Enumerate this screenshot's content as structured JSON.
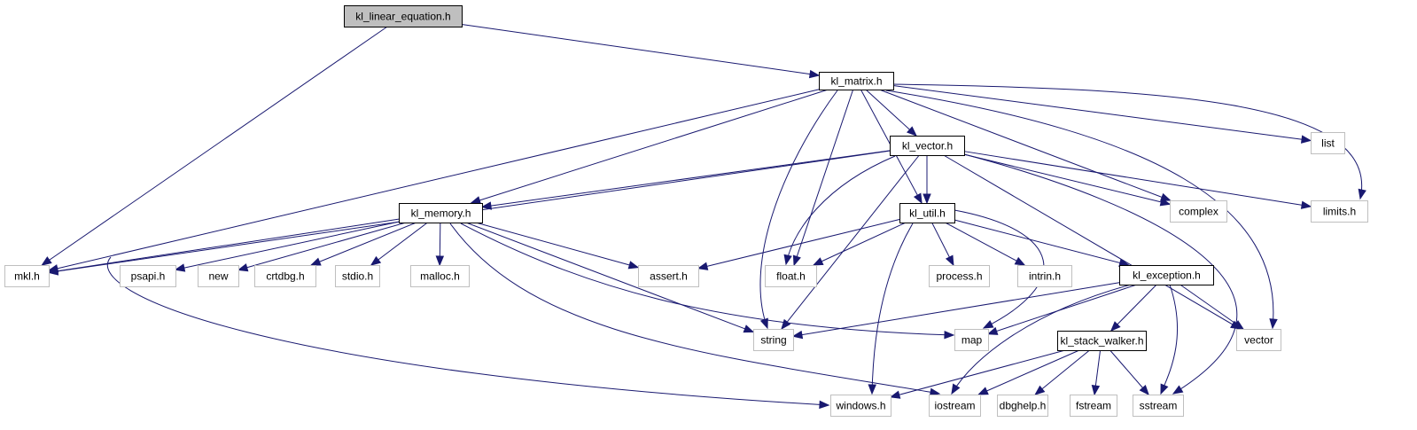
{
  "graph": {
    "title": "kl_linear_equation.h include dependency graph",
    "colors": {
      "edge": "#191970",
      "root_fill": "#bfbfbf",
      "documented_border": "#000000",
      "external_border": "#bfbfbf",
      "node_fill": "#ffffff"
    },
    "nodes": [
      {
        "id": "kl_linear_equation",
        "label": "kl_linear_equation.h",
        "kind": "root"
      },
      {
        "id": "kl_matrix",
        "label": "kl_matrix.h",
        "kind": "documented"
      },
      {
        "id": "kl_vector",
        "label": "kl_vector.h",
        "kind": "documented"
      },
      {
        "id": "kl_memory",
        "label": "kl_memory.h",
        "kind": "documented"
      },
      {
        "id": "kl_util",
        "label": "kl_util.h",
        "kind": "documented"
      },
      {
        "id": "kl_exception",
        "label": "kl_exception.h",
        "kind": "documented"
      },
      {
        "id": "kl_stack_walker",
        "label": "kl_stack_walker.h",
        "kind": "documented"
      },
      {
        "id": "list",
        "label": "list",
        "kind": "external"
      },
      {
        "id": "complex",
        "label": "complex",
        "kind": "external"
      },
      {
        "id": "limits",
        "label": "limits.h",
        "kind": "external"
      },
      {
        "id": "mkl",
        "label": "mkl.h",
        "kind": "external"
      },
      {
        "id": "psapi",
        "label": "psapi.h",
        "kind": "external"
      },
      {
        "id": "new",
        "label": "new",
        "kind": "external"
      },
      {
        "id": "crtdbg",
        "label": "crtdbg.h",
        "kind": "external"
      },
      {
        "id": "stdio",
        "label": "stdio.h",
        "kind": "external"
      },
      {
        "id": "malloc",
        "label": "malloc.h",
        "kind": "external"
      },
      {
        "id": "assert",
        "label": "assert.h",
        "kind": "external"
      },
      {
        "id": "float",
        "label": "float.h",
        "kind": "external"
      },
      {
        "id": "process",
        "label": "process.h",
        "kind": "external"
      },
      {
        "id": "intrin",
        "label": "intrin.h",
        "kind": "external"
      },
      {
        "id": "string",
        "label": "string",
        "kind": "external"
      },
      {
        "id": "map",
        "label": "map",
        "kind": "external"
      },
      {
        "id": "vector",
        "label": "vector",
        "kind": "external"
      },
      {
        "id": "windows",
        "label": "windows.h",
        "kind": "external"
      },
      {
        "id": "iostream",
        "label": "iostream",
        "kind": "external"
      },
      {
        "id": "dbghelp",
        "label": "dbghelp.h",
        "kind": "external"
      },
      {
        "id": "fstream",
        "label": "fstream",
        "kind": "external"
      },
      {
        "id": "sstream",
        "label": "sstream",
        "kind": "external"
      }
    ],
    "edges": [
      {
        "from": "kl_linear_equation",
        "to": "mkl"
      },
      {
        "from": "kl_linear_equation",
        "to": "kl_matrix"
      },
      {
        "from": "kl_matrix",
        "to": "mkl"
      },
      {
        "from": "kl_matrix",
        "to": "kl_memory"
      },
      {
        "from": "kl_matrix",
        "to": "string"
      },
      {
        "from": "kl_matrix",
        "to": "float"
      },
      {
        "from": "kl_matrix",
        "to": "kl_util"
      },
      {
        "from": "kl_matrix",
        "to": "kl_vector"
      },
      {
        "from": "kl_matrix",
        "to": "complex"
      },
      {
        "from": "kl_matrix",
        "to": "vector"
      },
      {
        "from": "kl_matrix",
        "to": "list"
      },
      {
        "from": "kl_matrix",
        "to": "limits"
      },
      {
        "from": "kl_vector",
        "to": "mkl"
      },
      {
        "from": "kl_vector",
        "to": "kl_memory"
      },
      {
        "from": "kl_vector",
        "to": "float"
      },
      {
        "from": "kl_vector",
        "to": "string"
      },
      {
        "from": "kl_vector",
        "to": "kl_util"
      },
      {
        "from": "kl_vector",
        "to": "complex"
      },
      {
        "from": "kl_vector",
        "to": "limits"
      },
      {
        "from": "kl_vector",
        "to": "vector"
      },
      {
        "from": "kl_vector",
        "to": "sstream"
      },
      {
        "from": "kl_memory",
        "to": "mkl"
      },
      {
        "from": "kl_memory",
        "to": "psapi"
      },
      {
        "from": "kl_memory",
        "to": "new"
      },
      {
        "from": "kl_memory",
        "to": "crtdbg"
      },
      {
        "from": "kl_memory",
        "to": "stdio"
      },
      {
        "from": "kl_memory",
        "to": "malloc"
      },
      {
        "from": "kl_memory",
        "to": "assert"
      },
      {
        "from": "kl_memory",
        "to": "string"
      },
      {
        "from": "kl_memory",
        "to": "map"
      },
      {
        "from": "kl_memory",
        "to": "iostream"
      },
      {
        "from": "kl_memory",
        "to": "windows"
      },
      {
        "from": "kl_util",
        "to": "assert"
      },
      {
        "from": "kl_util",
        "to": "float"
      },
      {
        "from": "kl_util",
        "to": "windows"
      },
      {
        "from": "kl_util",
        "to": "process"
      },
      {
        "from": "kl_util",
        "to": "intrin"
      },
      {
        "from": "kl_util",
        "to": "kl_exception"
      },
      {
        "from": "kl_util",
        "to": "map"
      },
      {
        "from": "kl_exception",
        "to": "string"
      },
      {
        "from": "kl_exception",
        "to": "map"
      },
      {
        "from": "kl_exception",
        "to": "iostream"
      },
      {
        "from": "kl_exception",
        "to": "kl_stack_walker"
      },
      {
        "from": "kl_exception",
        "to": "sstream"
      },
      {
        "from": "kl_exception",
        "to": "vector"
      },
      {
        "from": "kl_stack_walker",
        "to": "windows"
      },
      {
        "from": "kl_stack_walker",
        "to": "iostream"
      },
      {
        "from": "kl_stack_walker",
        "to": "dbghelp"
      },
      {
        "from": "kl_stack_walker",
        "to": "fstream"
      },
      {
        "from": "kl_stack_walker",
        "to": "sstream"
      }
    ]
  }
}
